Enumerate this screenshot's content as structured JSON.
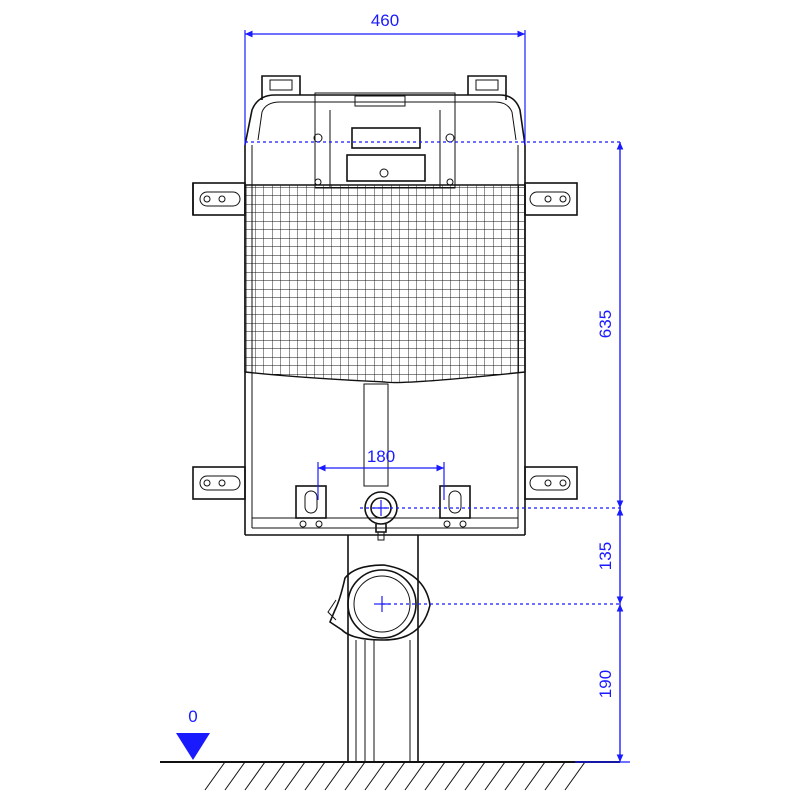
{
  "dimensions": {
    "width": "460",
    "connector_spacing": "180",
    "frame_height": "635",
    "drain_offset": "135",
    "drain_height": "190",
    "floor_level": "0"
  },
  "colors": {
    "dimension": "#1a1aff",
    "outline": "#111111"
  }
}
